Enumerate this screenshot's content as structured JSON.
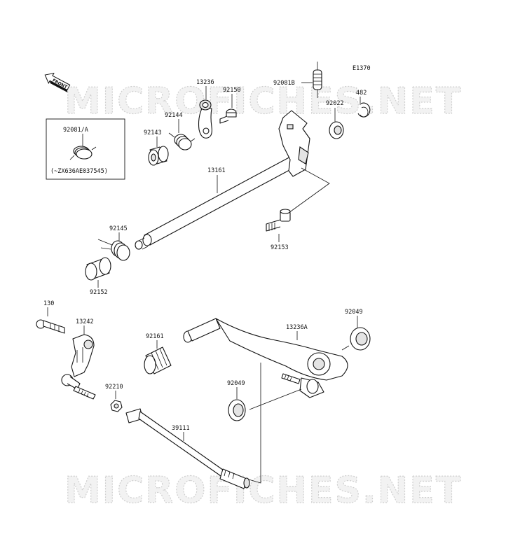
{
  "diagram": {
    "code": "E1370",
    "front_label": "FRONT",
    "watermark": "MICROFICHES.NET",
    "inset": {
      "part": "92081/A",
      "note": "(~ZX636AE037545)"
    },
    "part_labels": {
      "p13236": "13236",
      "p92150": "92150",
      "p92081B": "92081B",
      "p482": "482",
      "p92022": "92022",
      "p92144": "92144",
      "p92143": "92143",
      "p13161": "13161",
      "p92145": "92145",
      "p92153": "92153",
      "p92152": "92152",
      "p130": "130",
      "p13242": "13242",
      "p92161": "92161",
      "p13236A": "13236A",
      "p92049a": "92049",
      "p92049b": "92049",
      "p92210": "92210",
      "p39111": "39111"
    }
  }
}
